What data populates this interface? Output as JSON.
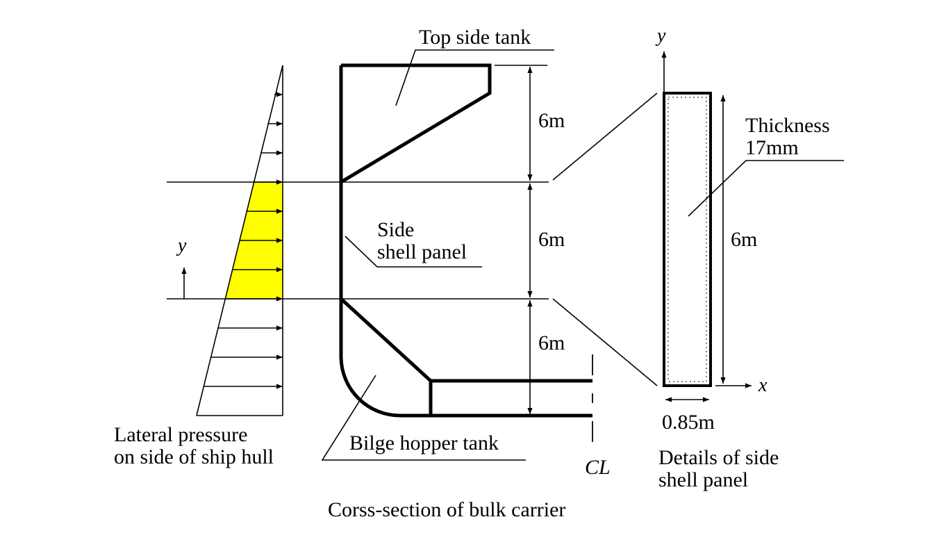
{
  "labels": {
    "top_side_tank": "Top side tank",
    "side": "Side",
    "shell_panel": "shell panel",
    "bilge_hopper_tank": "Bilge hopper tank",
    "lateral_pressure_1": "Lateral pressure",
    "lateral_pressure_2": "on side of ship hull",
    "y_left": "y",
    "centerline": "CL",
    "dim_top": "6m",
    "dim_mid": "6m",
    "dim_bot": "6m",
    "caption": "Corss-section of bulk carrier",
    "detail_y": "y",
    "detail_x": "x",
    "thickness_1": "Thickness",
    "thickness_2": "17mm",
    "detail_height": "6m",
    "detail_width": "0.85m",
    "details_1": "Details of side",
    "details_2": "shell panel"
  },
  "colors": {
    "highlight": "#ffff00",
    "line": "#000000"
  }
}
